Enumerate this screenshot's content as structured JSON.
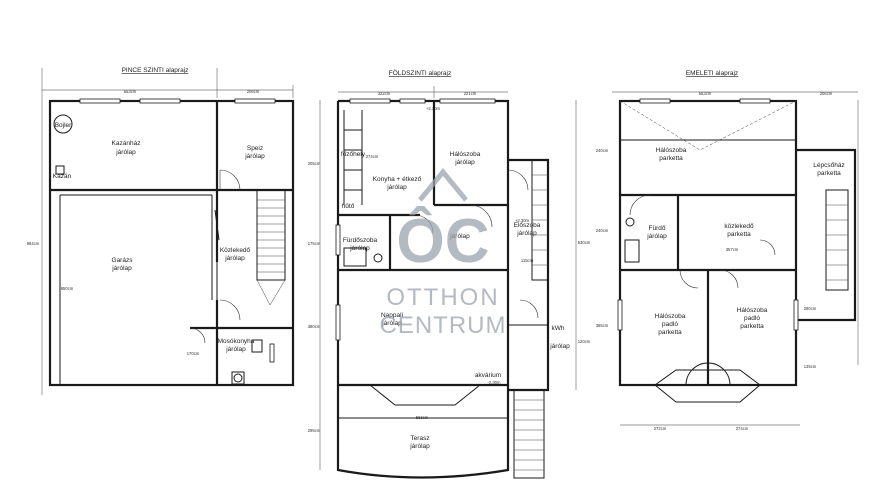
{
  "titles": {
    "basement": "PINCE SZINTI alaprajz",
    "ground": "FÖLDSZINTI alaprajz",
    "upper": "EMELETI alaprajz"
  },
  "basement": {
    "rooms": {
      "boiler": "Bojler",
      "boiler_room": "Kazánház",
      "boiler_room_floor": "járólap",
      "pantry": "Speiz",
      "pantry_floor": "járólap",
      "heater": "Kazán",
      "garage": "Garázs",
      "garage_floor": "járólap",
      "corridor": "Közlekedő",
      "corridor_floor": "járólap",
      "laundry": "Mosókonyha",
      "laundry_floor": "járólap"
    },
    "dims": {
      "top_left": "553cm",
      "top_right": "206cm",
      "left": "984cm",
      "garage_height": "650cm",
      "laundry_height": "170cm"
    }
  },
  "ground": {
    "rooms": {
      "kitchen_dish": "főzőhely",
      "kitchen": "Konyha + étkező",
      "kitchen_floor": "járólap",
      "bedroom": "Hálószoba",
      "bedroom_floor": "járólap",
      "pantry": "hűtő",
      "hall": "járólap",
      "bathroom": "Fürdőszoba",
      "bathroom_floor": "járólap",
      "entry": "Előszoba",
      "entry_floor": "járólap",
      "living": "Nappali",
      "living_floor": "járólap",
      "meter": "kWh",
      "outdoor": "járólap",
      "aquarium": "akvárium",
      "terrace": "Terasz",
      "terrace_floor": "járólap"
    },
    "dims": {
      "top_left": "322cm",
      "top_right": "221cm",
      "ceiling1": "+2.30m",
      "ceiling2": "+2.30m",
      "ceiling3": "-2.30m",
      "d_left1": "205cm",
      "d_left2": "175cm",
      "d_left3": "380cm",
      "d_left4": "295cm",
      "inner_w": "274cm",
      "stair_w": "115cm",
      "terrace_w": "563cm"
    }
  },
  "upper": {
    "rooms": {
      "bedroom1": "Hálószoba",
      "bedroom1_floor": "parketta",
      "stairhouse": "Lépcsőház",
      "stairhouse_floor": "parketta",
      "bath": "Fürdő",
      "bath_floor": "járólap",
      "hall": "közlekedő",
      "hall_floor": "parketta",
      "bedroom2": "Hálószoba",
      "bedroom2_floor": "padló",
      "bedroom2_floor2": "parketta",
      "bedroom3": "Hálószoba",
      "bedroom3_floor": "padló",
      "bedroom3_floor2": "parketta"
    },
    "dims": {
      "top_left": "553cm",
      "top_right": "206cm",
      "left1": "240cm",
      "left2": "240cm",
      "left3": "385cm",
      "right1": "530cm",
      "right2": "120cm",
      "right3": "280cm",
      "right4": "135cm",
      "hall_w": "357cm",
      "bottom1": "272cm",
      "bottom2": "274cm"
    }
  },
  "watermark": {
    "logo": "ÔC",
    "line1": "OTTHON",
    "line2": "CENTRUM"
  }
}
